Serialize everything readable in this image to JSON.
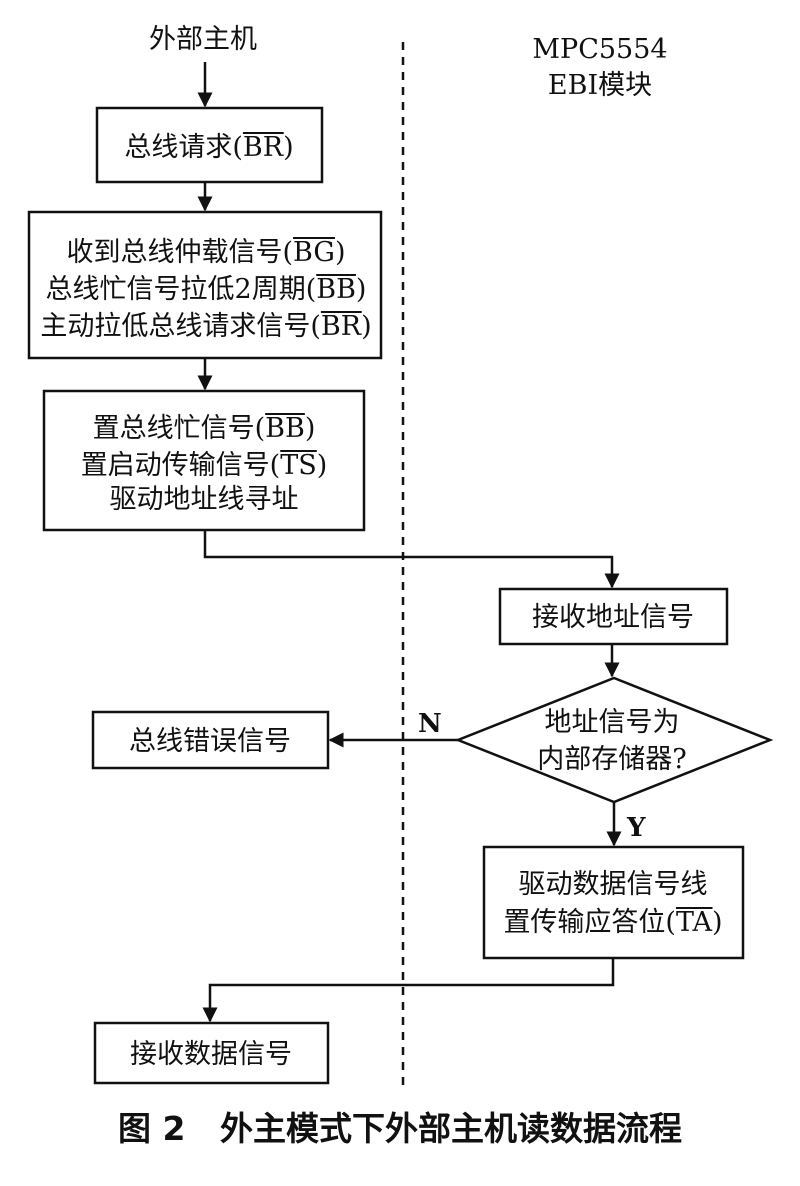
{
  "lanes": {
    "left": "外部主机",
    "right_line1": "MPC5554",
    "right_line2": "EBI模块"
  },
  "steps": {
    "bus_request": {
      "text": "总线请求(",
      "sig": "BR",
      "close": ")"
    },
    "grant": {
      "l1": {
        "text": "收到总线仲载信号(",
        "sig": "BG",
        "close": ")"
      },
      "l2": {
        "text": "总线忙信号拉低2周期(",
        "sig": "BB",
        "close": ")"
      },
      "l3": {
        "text": "主动拉低总线请求信号(",
        "sig": "BR",
        "close": ")"
      }
    },
    "drive_addr": {
      "l1": {
        "text": "置总线忙信号(",
        "sig": "BB",
        "close": ")"
      },
      "l2": {
        "text": "置启动传输信号(",
        "sig": "TS",
        "close": ")"
      },
      "l3": "驱动地址线寻址"
    },
    "recv_addr": "接收地址信号",
    "decision": {
      "l1": "地址信号为",
      "l2": "内部存储器?"
    },
    "bus_error": "总线错误信号",
    "drive_data": {
      "l1": "驱动数据信号线",
      "l2": {
        "text": "置传输应答位(",
        "sig": "TA",
        "close": ")"
      }
    },
    "recv_data": "接收数据信号"
  },
  "branches": {
    "no": "N",
    "yes": "Y"
  },
  "caption": "图 2   外主模式下外部主机读数据流程"
}
